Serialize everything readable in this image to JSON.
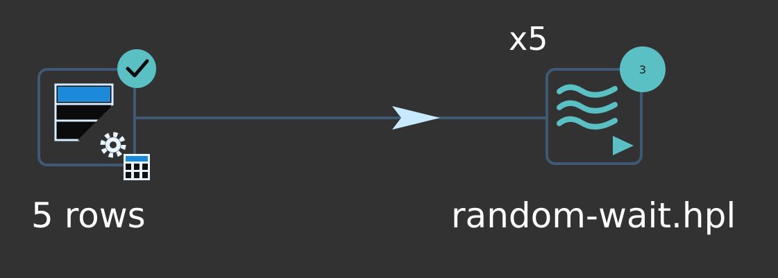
{
  "canvas": {
    "background": "#323232",
    "node_border_color": "#3f5b73",
    "hop_color": "#3f5b73",
    "arrow_color": "#c9e9ff",
    "badge_color": "#5bc0c4"
  },
  "nodes": [
    {
      "id": "generate-rows",
      "label": "5 rows",
      "icon": "data-grid-generator-icon",
      "status": "success",
      "status_icon": "checkmark-icon"
    },
    {
      "id": "pipeline-executor",
      "label": "random-wait.hpl",
      "icon": "pipeline-executor-icon",
      "copies": "x5",
      "badge_count": "3"
    }
  ],
  "hops": [
    {
      "from": "generate-rows",
      "to": "pipeline-executor",
      "enabled": true
    }
  ]
}
